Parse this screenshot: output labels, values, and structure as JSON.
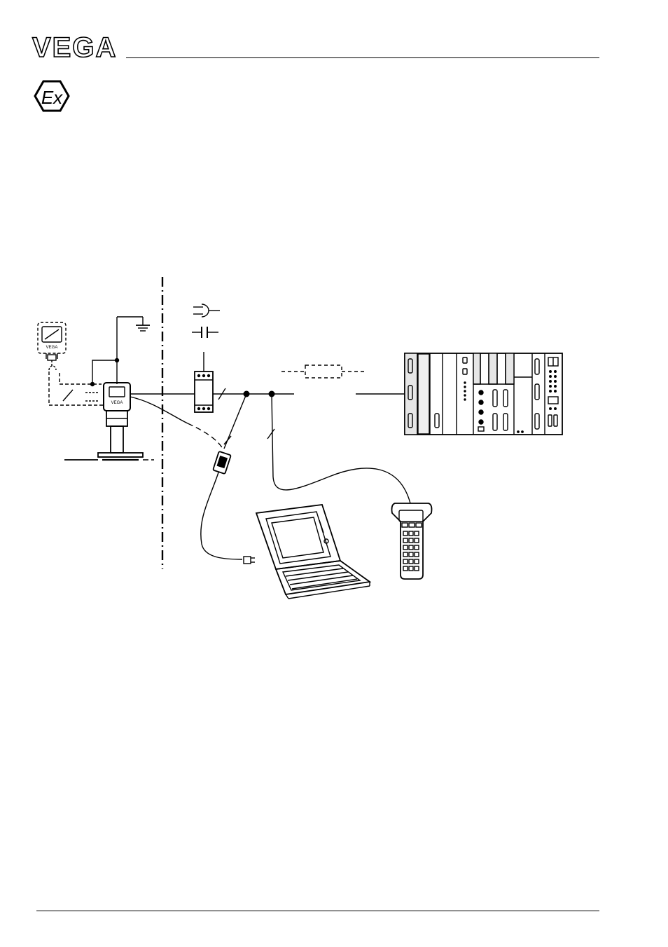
{
  "header": {
    "logo_text": "VEGA"
  },
  "ex_mark": {
    "label": "Ex"
  },
  "diagram": {
    "device_label": "VEGA",
    "indicator_label": "VEGA"
  },
  "colors": {
    "ink": "#000000",
    "paper": "#ffffff"
  }
}
